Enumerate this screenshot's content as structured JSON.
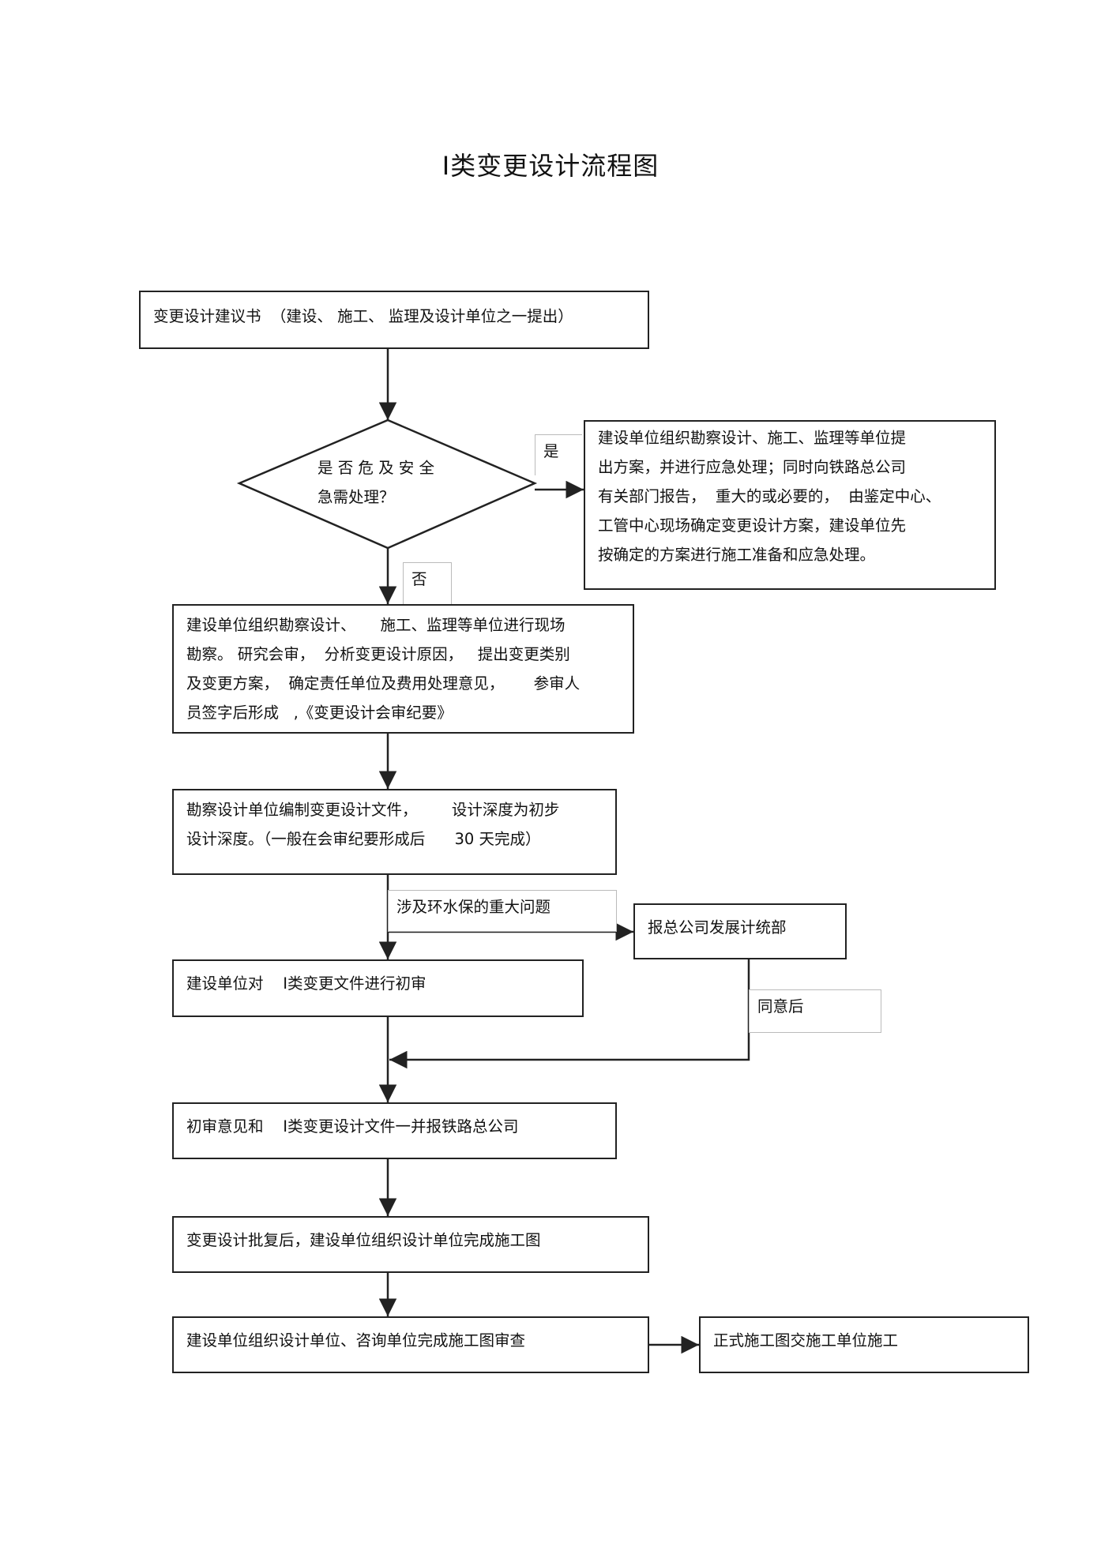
{
  "title": "Ⅰ类变更设计流程图",
  "nodes": {
    "proposal": "变更设计建议书  （建设、 施工、 监理及设计单位之一提出）",
    "decision": "是 否 危 及 安 全\n急需处理？",
    "emergency": "建设单位组织勘察设计、施工、监理等单位提\n出方案，并进行应急处理；同时向铁路总公司\n有关部门报告，  重大的或必要的，  由鉴定中心、\n工管中心现场确定变更设计方案，建设单位先\n按确定的方案进行施工准备和应急处理。",
    "survey": "建设单位组织勘察设计、     施工、监理等单位进行现场\n勘察。 研究会审，  分析变更设计原因，   提出变更类别\n及变更方案，  确定责任单位及费用处理意见，      参审人\n员签字后形成   ,《变更设计会审纪要》",
    "compile": "勘察设计单位编制变更设计文件，       设计深度为初步\n设计深度。（一般在会审纪要形成后      30 天完成）",
    "report_dept": "报总公司发展计统部",
    "initial_review": "建设单位对    Ⅰ类变更文件进行初审",
    "submit": "初审意见和    Ⅰ类变更设计文件一并报铁路总公司",
    "approved": "变更设计批复后，建设单位组织设计单位完成施工图",
    "drawing_review": "建设单位组织设计单位、咨询单位完成施工图审查",
    "formal": "正式施工图交施工单位施工"
  },
  "edge_labels": {
    "yes": "是",
    "no": "否",
    "env": "涉及环水保的重大问题",
    "agree": "同意后"
  }
}
